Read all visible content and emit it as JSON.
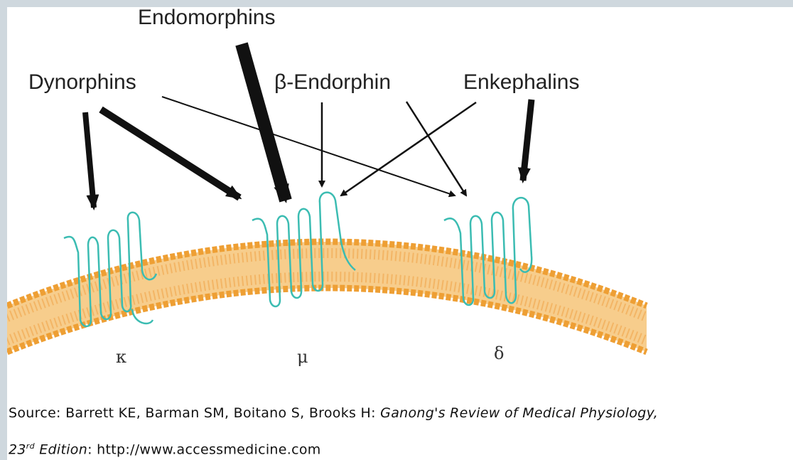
{
  "ligands": {
    "endomorphins": "Endomorphins",
    "dynorphins": "Dynorphins",
    "beta_endorphin": "β-Endorphin",
    "enkephalins": "Enkephalins"
  },
  "receptors": {
    "kappa": "κ",
    "mu": "μ",
    "delta": "δ"
  },
  "source": {
    "prefix": "Source: Barrett KE, Barman SM, Boitano S, Brooks H: ",
    "book": "Ganong's Review of Medical Physiology,",
    "edition_num": "23",
    "edition_sup": "rd",
    "edition_word": " Edition",
    "url_text": ": http://www.accessmedicine.com"
  },
  "colors": {
    "membrane": "#f2b35a",
    "membrane_edge": "#e89a33",
    "receptor": "#3bbcb2",
    "arrow": "#111111",
    "background": "#cfd8de"
  }
}
